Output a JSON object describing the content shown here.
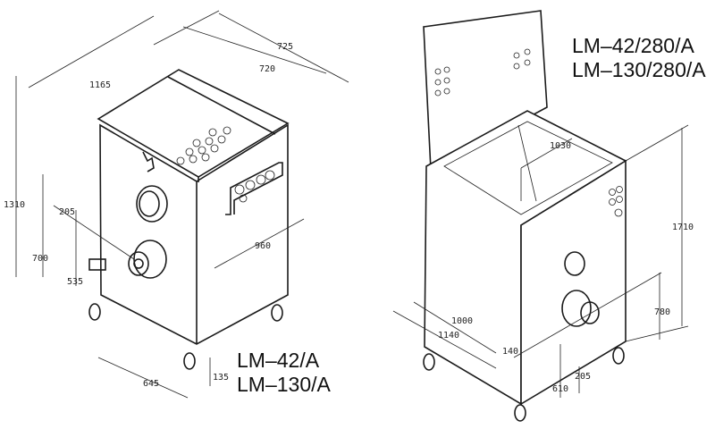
{
  "left_machine": {
    "models": [
      "LM–42/A",
      "LM–130/A"
    ],
    "dimensions": {
      "depth_total": "725",
      "depth": "720",
      "width_total": "1165",
      "height_total": "1310",
      "outlet_offset": "205",
      "height_upper": "700",
      "outlet_height": "535",
      "width": "960",
      "base": "645",
      "wheel": "135"
    }
  },
  "right_machine": {
    "models": [
      "LM–42/280/A",
      "LM–130/280/A"
    ],
    "dimensions": {
      "opening": "1030",
      "height_total": "1710",
      "outlet_height": "780",
      "width": "1000",
      "width_total": "1140",
      "offset": "140",
      "outlet_offset": "205",
      "base_height": "610"
    }
  }
}
